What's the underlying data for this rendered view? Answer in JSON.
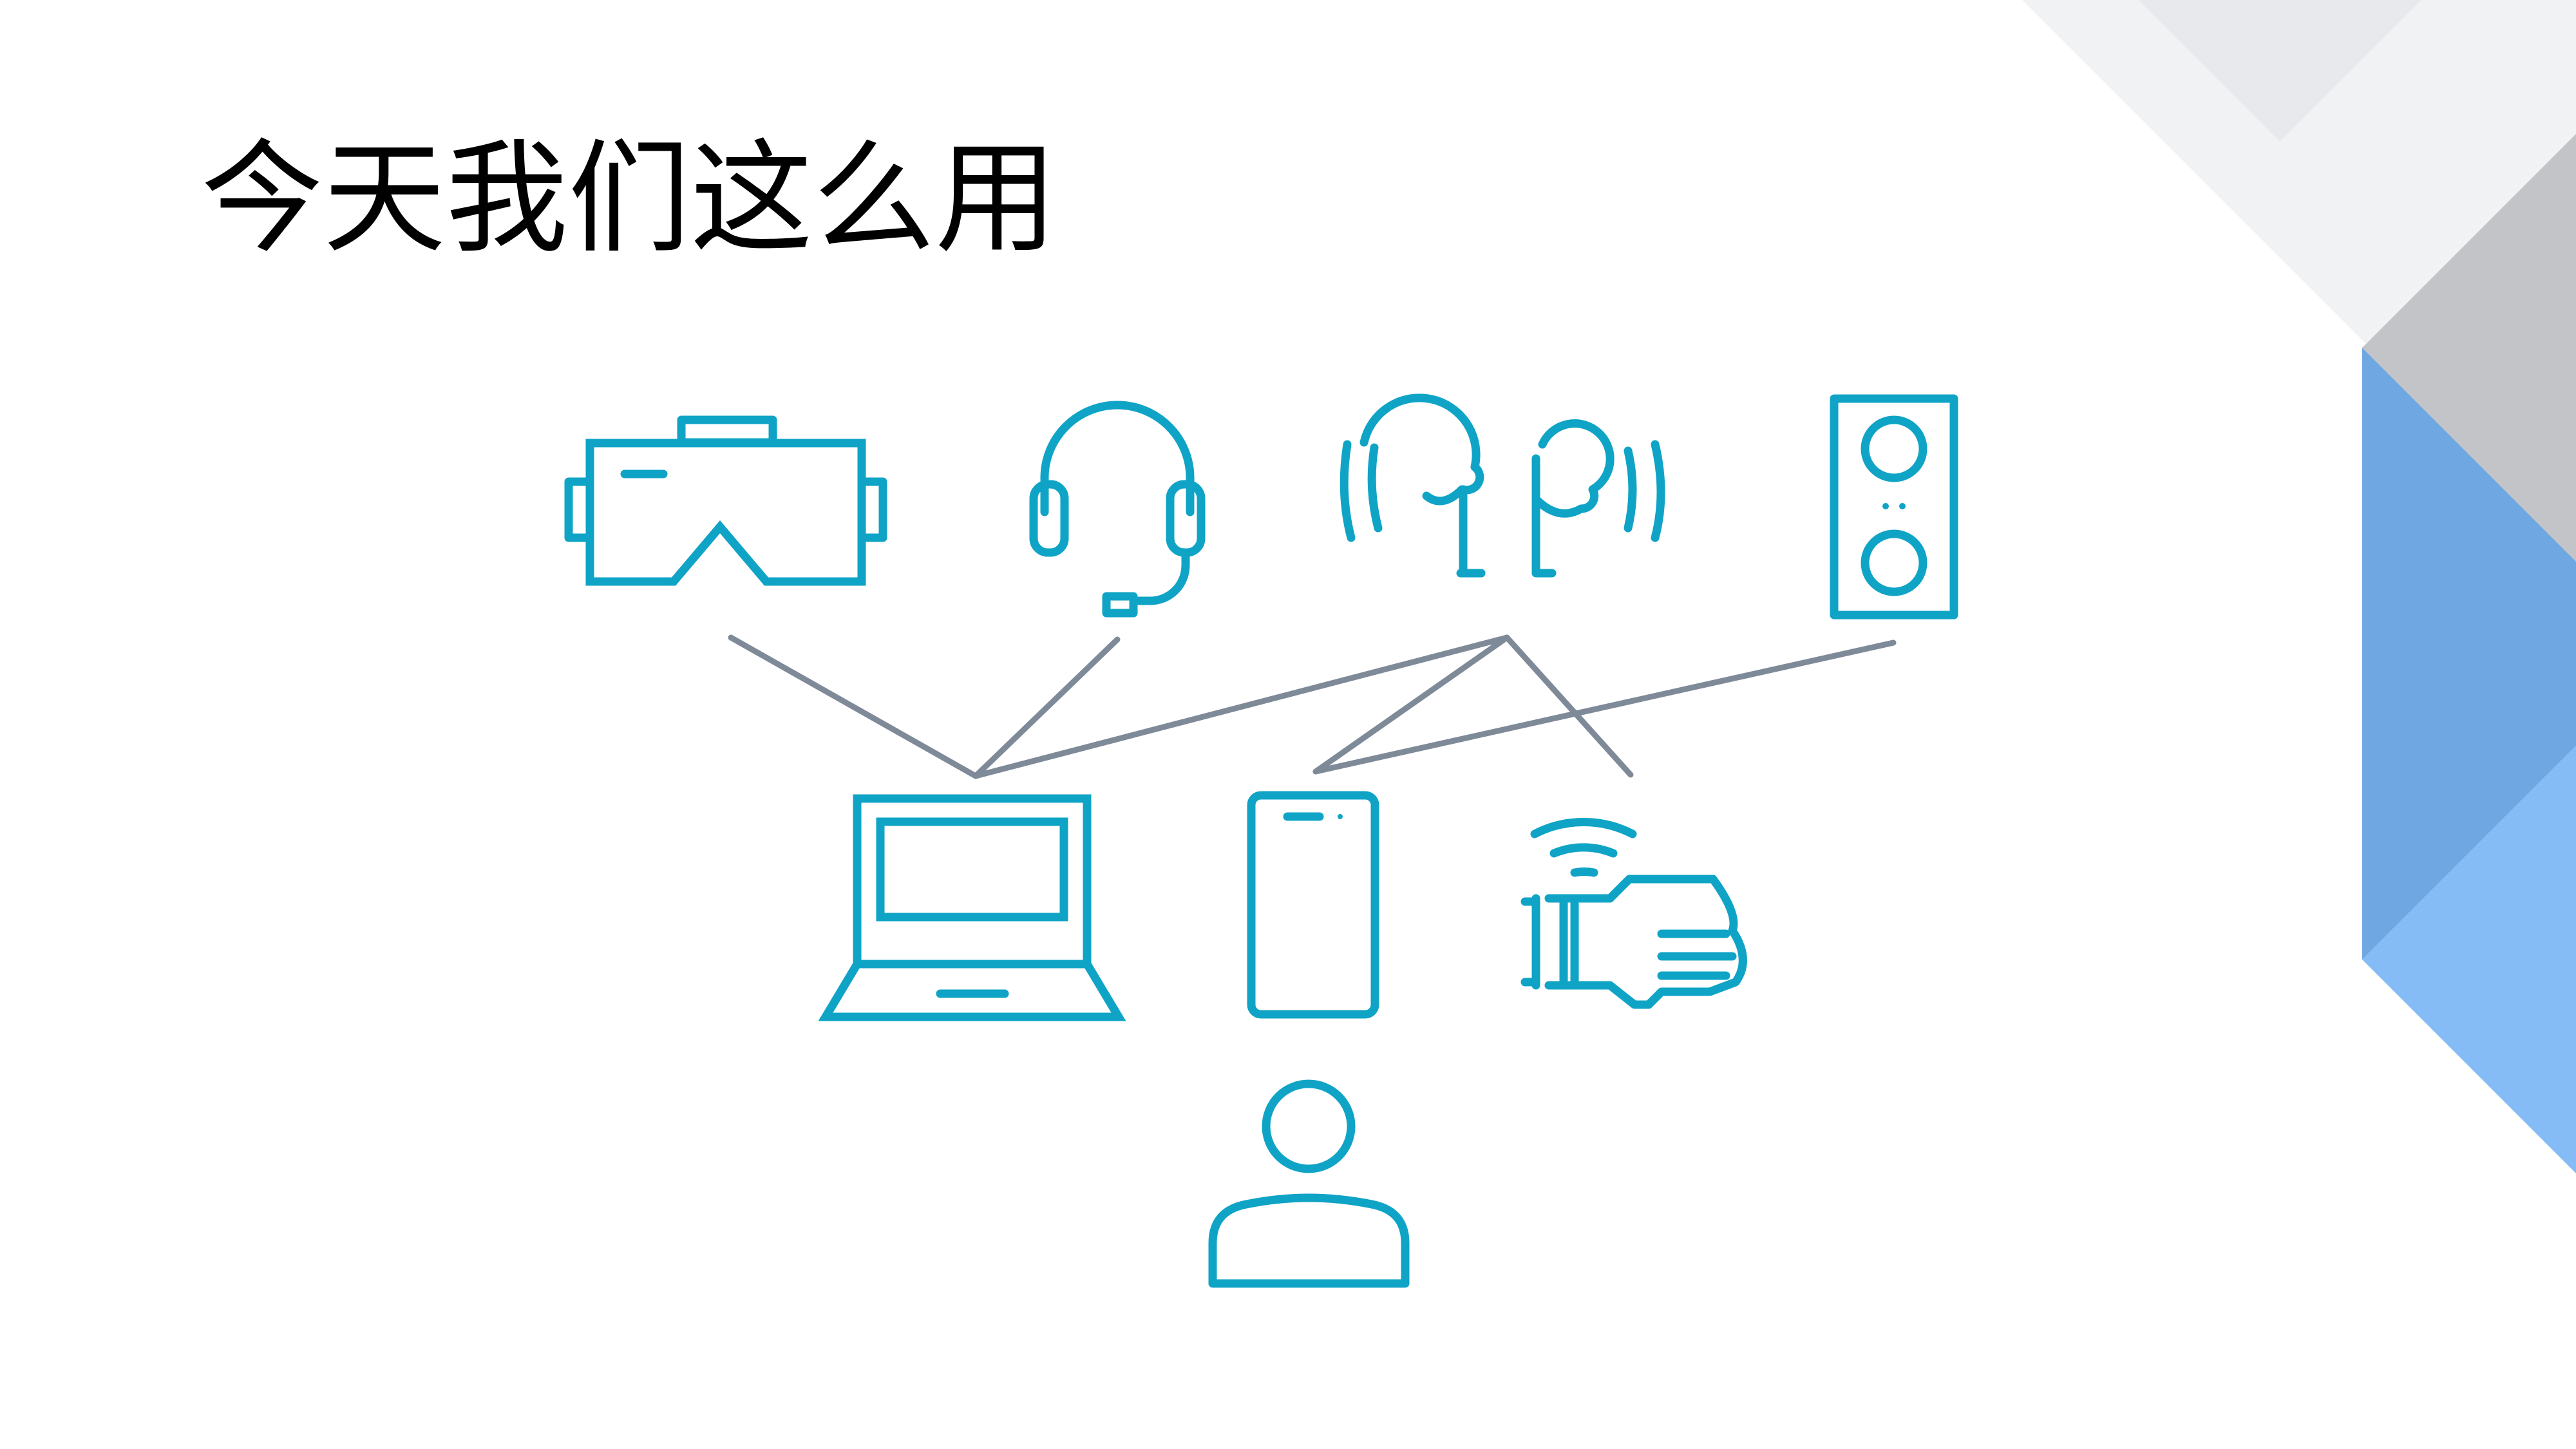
{
  "slide": {
    "title": "今天我们这么用"
  },
  "colors": {
    "icon": "#0fa4c6",
    "connector": "#7f8a99",
    "deco_gray": "#c2c4c8",
    "deco_blue_mid": "#6ea7e2",
    "deco_blue_light": "#85bcf6",
    "deco_faint": "#f1f2f4"
  },
  "diagram": {
    "peripherals": [
      {
        "name": "vr-headset",
        "icon": "vr-headset-icon"
      },
      {
        "name": "headset-with-mic",
        "icon": "headset-icon"
      },
      {
        "name": "wireless-earbuds",
        "icon": "earbuds-icon"
      },
      {
        "name": "speaker",
        "icon": "speaker-icon"
      }
    ],
    "hosts": [
      {
        "name": "laptop",
        "icon": "laptop-icon"
      },
      {
        "name": "smartphone",
        "icon": "phone-icon"
      },
      {
        "name": "smartwatch",
        "icon": "smartwatch-icon"
      }
    ],
    "user": {
      "name": "user",
      "icon": "person-icon"
    },
    "connections": [
      [
        "vr-headset",
        "laptop"
      ],
      [
        "headset-with-mic",
        "laptop"
      ],
      [
        "wireless-earbuds",
        "laptop"
      ],
      [
        "wireless-earbuds",
        "smartphone"
      ],
      [
        "wireless-earbuds",
        "smartwatch"
      ],
      [
        "speaker",
        "smartphone"
      ]
    ]
  }
}
